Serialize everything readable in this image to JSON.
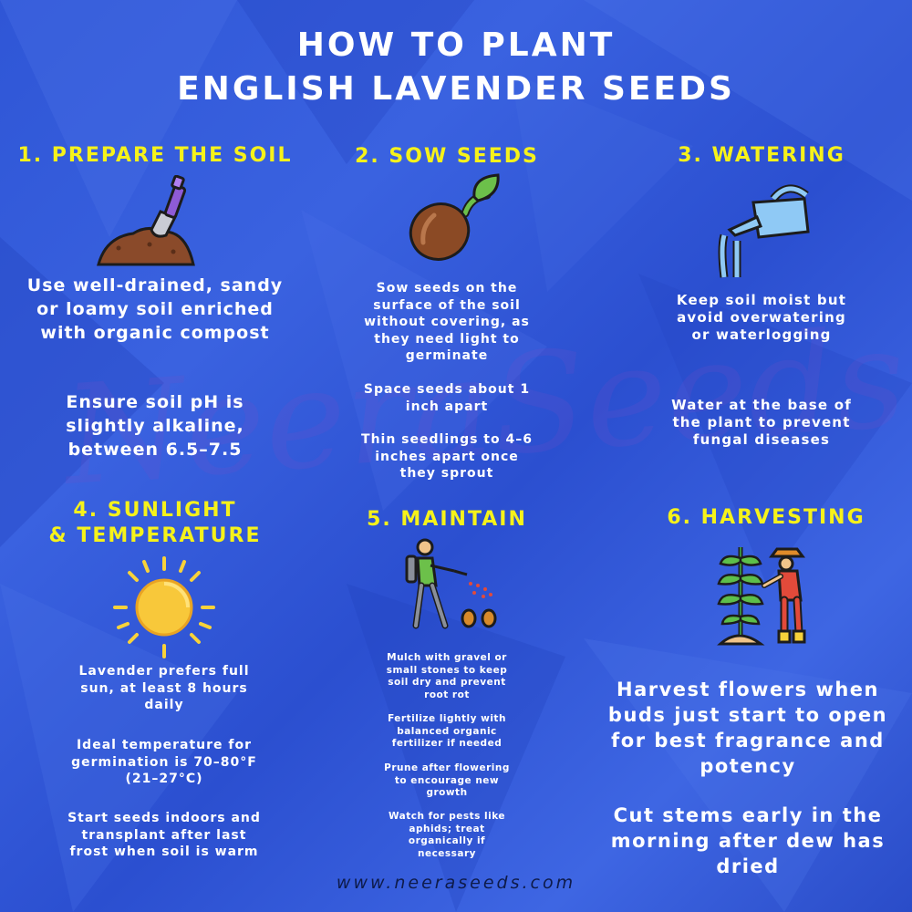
{
  "title": {
    "line1": "HOW TO PLANT",
    "line2": "ENGLISH LAVENDER SEEDS"
  },
  "watermark": "NeeraSeeds",
  "website": "www.neeraseeds.com",
  "sections": {
    "prepare": {
      "heading": "1. PREPARE THE SOIL",
      "icon": "shovel-soil-icon",
      "p1": "Use well-drained, sandy or loamy soil enriched with organic compost",
      "p2": "Ensure soil pH is slightly alkaline, between 6.5–7.5"
    },
    "sow": {
      "heading": "2. SOW SEEDS",
      "icon": "sprouting-seed-icon",
      "p1": "Sow seeds on the surface of the soil without covering, as they need light to germinate",
      "p2": "Space seeds about 1 inch apart",
      "p3": "Thin seedlings to 4–6 inches apart once they sprout"
    },
    "watering": {
      "heading": "3. WATERING",
      "icon": "watering-can-icon",
      "p1": "Keep soil moist but avoid overwatering or waterlogging",
      "p2": "Water at the base of the plant to prevent fungal diseases"
    },
    "sunlight": {
      "heading_line1": "4. SUNLIGHT",
      "heading_line2": "& TEMPERATURE",
      "icon": "sun-icon",
      "p1": "Lavender prefers full sun, at least 8 hours daily",
      "p2": "Ideal temperature for germination is 70–80°F (21–27°C)",
      "p3": "Start seeds indoors and transplant after last frost when soil is warm"
    },
    "maintain": {
      "heading": "5. MAINTAIN",
      "icon": "sprayer-pest-icon",
      "p1": "Mulch with gravel or small stones to keep soil dry and prevent root rot",
      "p2": "Fertilize lightly with balanced organic fertilizer if needed",
      "p3": "Prune after flowering to encourage new growth",
      "p4": "Watch for pests like aphids; treat organically if necessary"
    },
    "harvesting": {
      "heading": "6. HARVESTING",
      "icon": "farmer-harvest-icon",
      "p1": "Harvest flowers when buds just start to open for best fragrance and potency",
      "p2": "Cut stems early in the morning after dew has dried"
    }
  },
  "colors": {
    "background": "#3159d8",
    "heading": "#f6f21a",
    "text": "#ffffff",
    "website": "#0e1b4a"
  }
}
